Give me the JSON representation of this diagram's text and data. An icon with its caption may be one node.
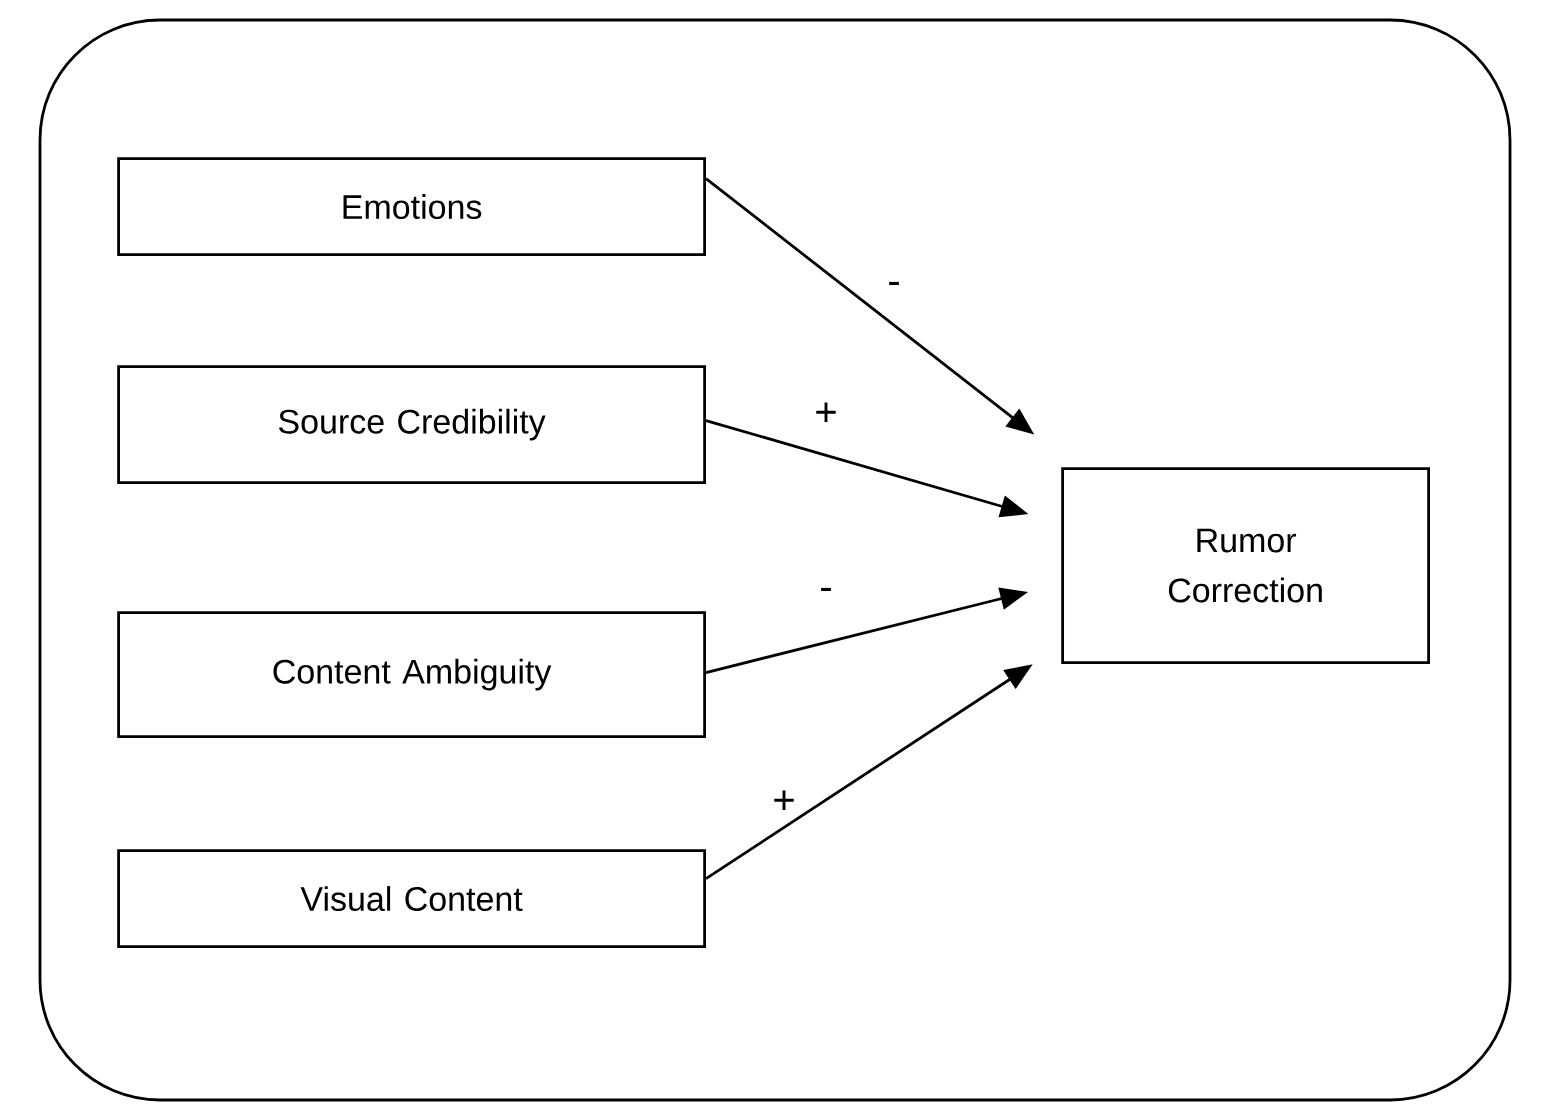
{
  "diagram": {
    "nodes": [
      {
        "text": [],
        "shape": "box"
      },
      {
        "text": [
          "Emotions"
        ],
        "in": 0
      },
      {
        "text": [
          "Source Credibility"
        ],
        "in": 0
      },
      {
        "text": [
          "Content Ambiguity"
        ],
        "in": 0
      },
      {
        "text": [
          "Visual Content"
        ],
        "in": 0
      },
      {
        "text": [
          "Rumor Correction"
        ],
        "in": 0
      }
    ],
    "edges": [
      {
        "from": 1,
        "to": 5,
        "arrow": "to",
        "label": "-"
      },
      {
        "from": 2,
        "to": 5,
        "arrow": "to",
        "label": "+"
      },
      {
        "from": 3,
        "to": 5,
        "arrow": "to",
        "label": "-"
      },
      {
        "from": 4,
        "to": 5,
        "arrow": "to",
        "label": "+"
      }
    ]
  }
}
